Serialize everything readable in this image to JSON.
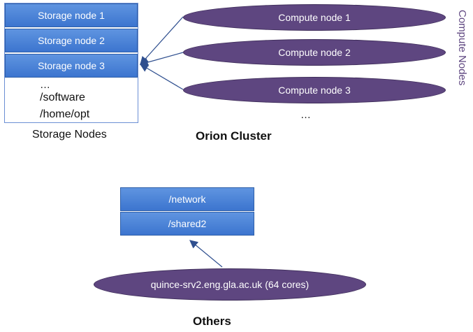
{
  "storage": {
    "nodes": [
      "Storage node 1",
      "Storage node 2",
      "Storage node 3"
    ],
    "ellipsis": "…",
    "paths": [
      "/software",
      "/home/opt"
    ],
    "caption": "Storage Nodes"
  },
  "compute": {
    "nodes": [
      "Compute node 1",
      "Compute node 2",
      "Compute node 3"
    ],
    "ellipsis": "…",
    "vertical_label": "Compute Nodes"
  },
  "cluster_title": "Orion Cluster",
  "others": {
    "shares": [
      "/network",
      "/shared2"
    ],
    "server": "quince-srv2.eng.gla.ac.uk (64 cores)",
    "caption": "Others"
  },
  "colors": {
    "storage_box": "#4a80d8",
    "compute_ellipse": "#5e4680",
    "vertical_label": "#5e4680"
  }
}
